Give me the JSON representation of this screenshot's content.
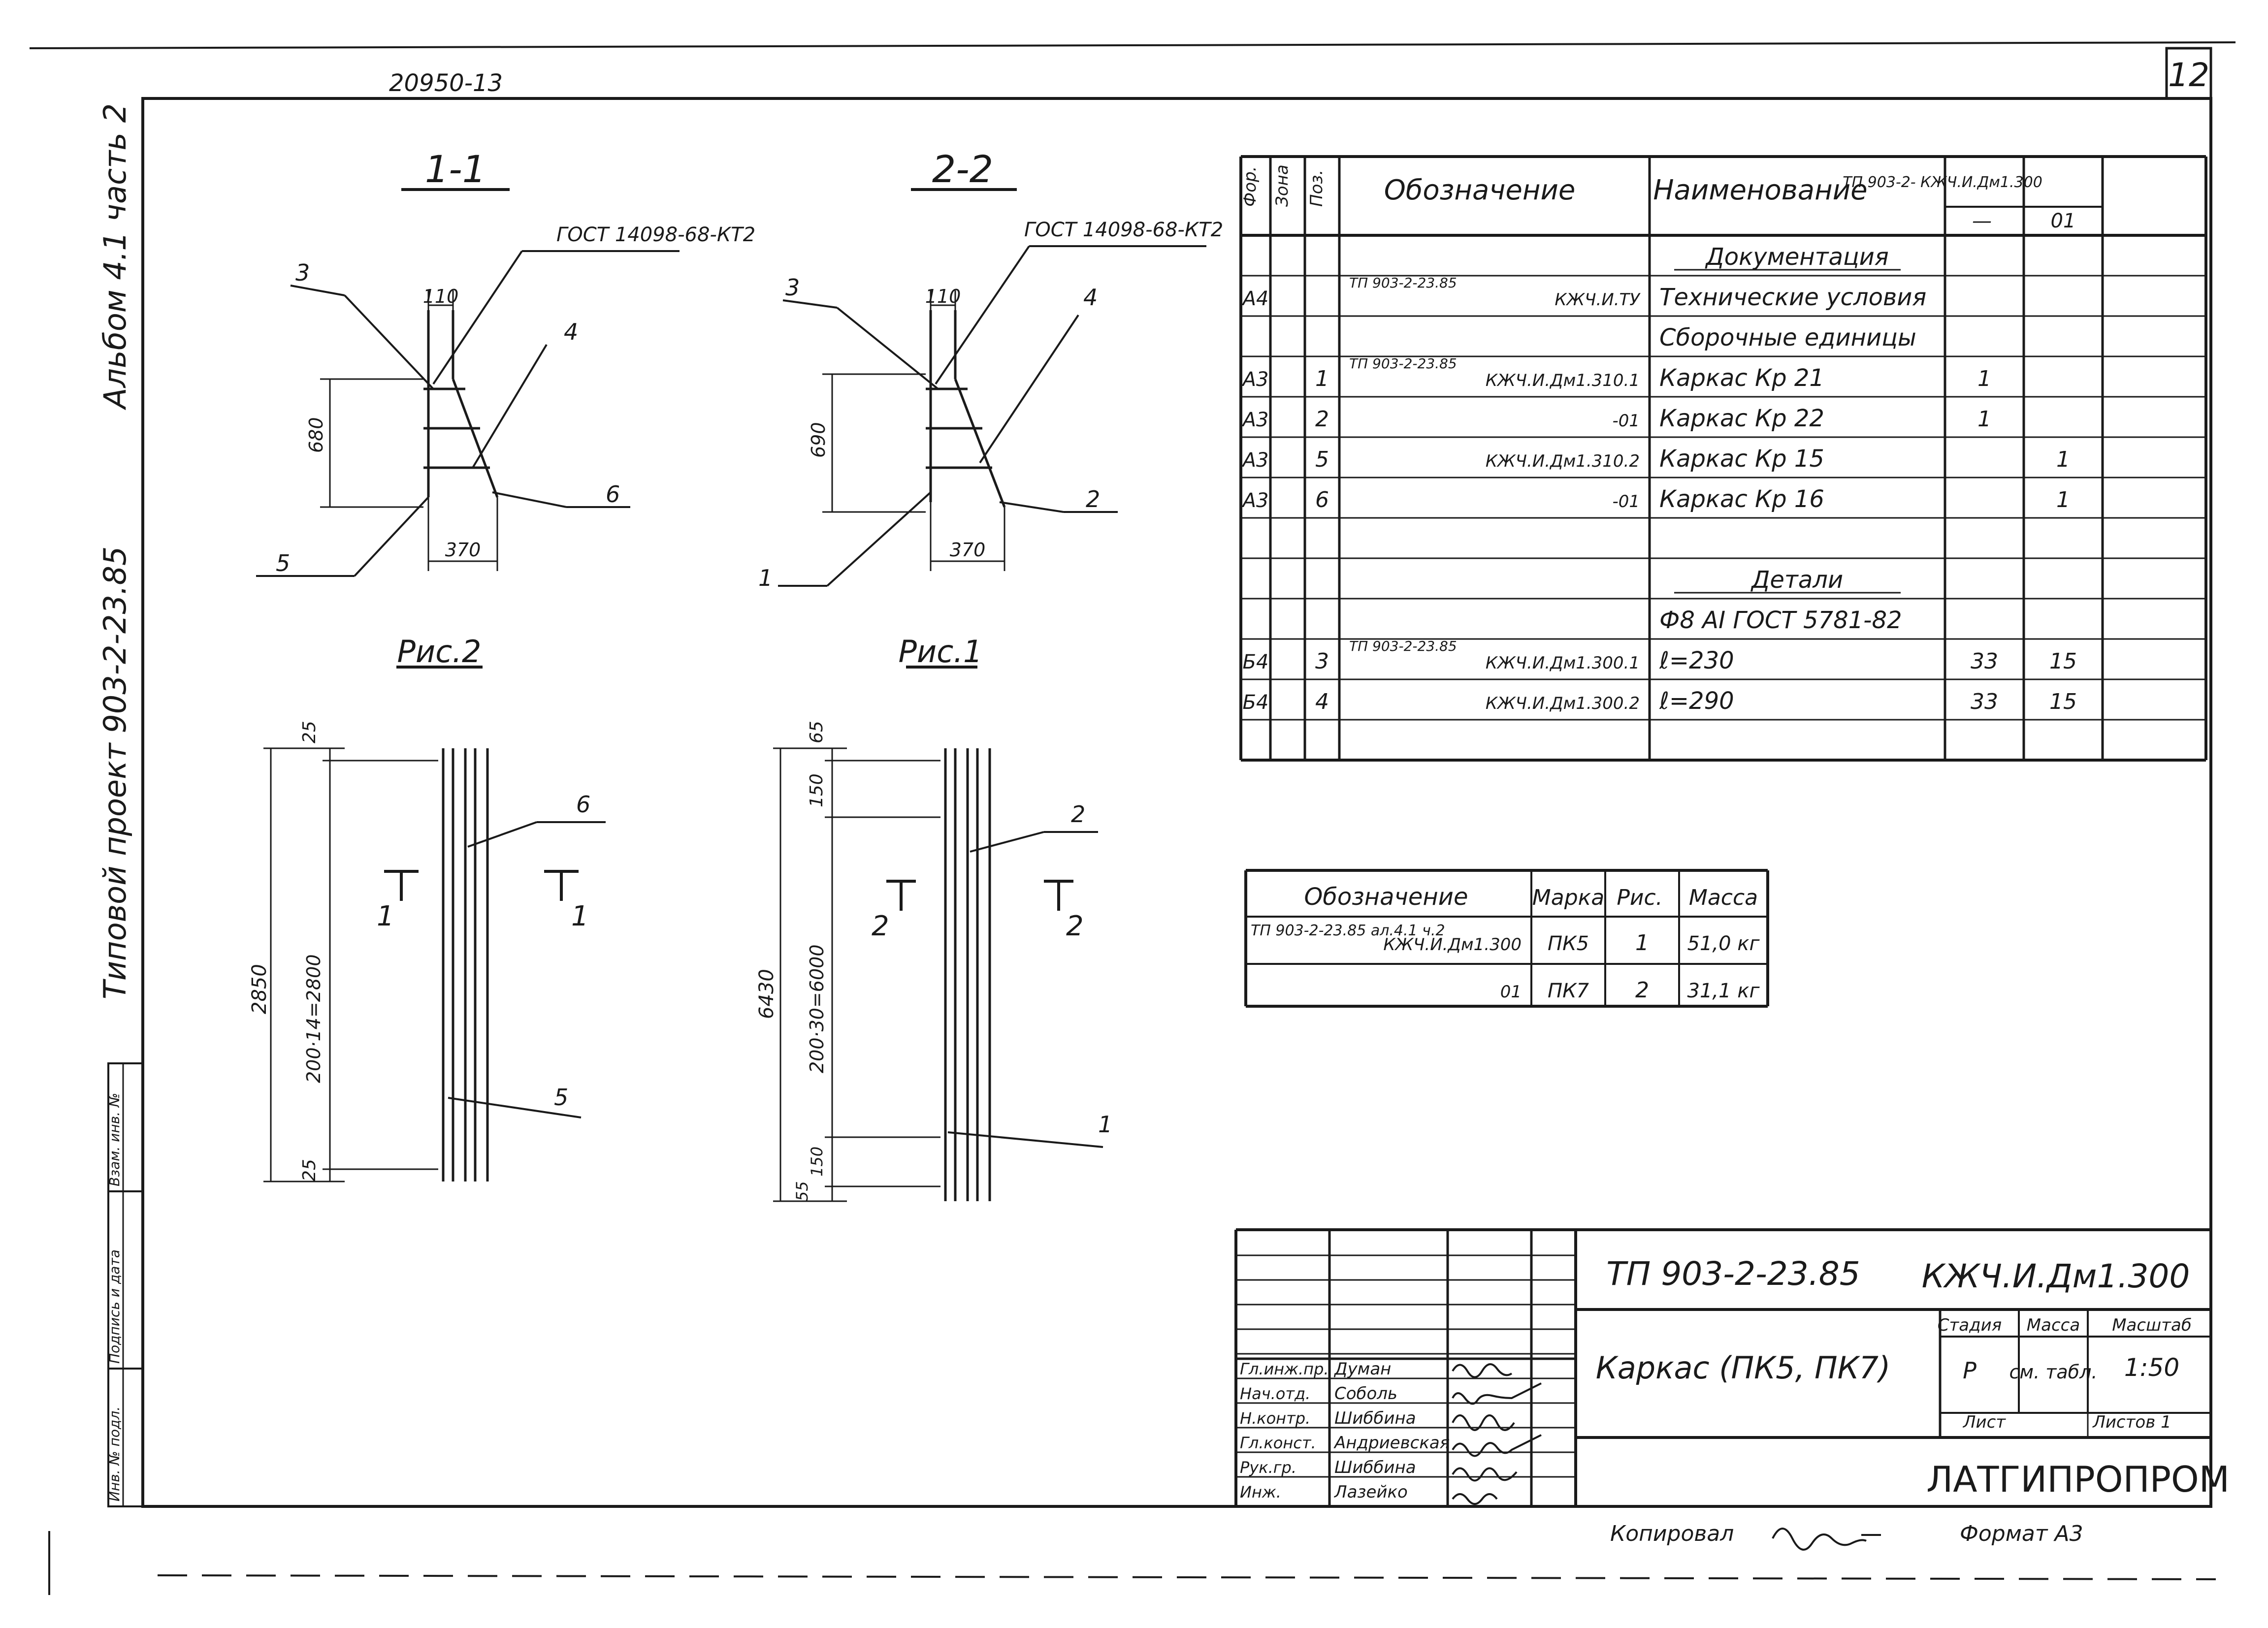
{
  "header": {
    "inventory_no": "20950-13",
    "sheet_no": "12"
  },
  "side_title": {
    "project": "Типовой проект 903-2-23.85",
    "album": "Альбом 4.1 часть 2"
  },
  "side_stamp": {
    "labels": [
      "Взам. инв. №",
      "Подпись и дата",
      "Инв. № подл."
    ]
  },
  "sections": {
    "s11": {
      "title": "1-1",
      "gost": "ГОСТ 14098-68-КТ2",
      "dim_top": "110",
      "dim_left": "680",
      "dim_bottom": "370",
      "pos_left_top": "3",
      "pos_right_top": "4",
      "pos_right_bottom": "6",
      "pos_left_bottom": "5"
    },
    "s22": {
      "title": "2-2",
      "gost": "ГОСТ 14098-68-КТ2",
      "dim_top": "110",
      "dim_left": "690",
      "dim_bottom": "370",
      "pos_left_top": "3",
      "pos_right_top": "4",
      "pos_right_bottom": "2",
      "pos_left_bottom": "1"
    }
  },
  "figures": {
    "fig2": {
      "title": "Рис.2",
      "dim_total": "2850",
      "dim_top": "25",
      "dim_mid": "200·14=2800",
      "dim_bottom": "25",
      "pos_top": "6",
      "pos_bottom": "5",
      "section_left": "1",
      "section_right": "1"
    },
    "fig1": {
      "title": "Рис.1",
      "dim_total": "6430",
      "dim_top": "65",
      "dim_second": "150",
      "dim_mid": "200·30=6000",
      "dim_low": "150",
      "dim_bottom": "55",
      "pos_top": "2",
      "pos_bottom": "1",
      "section_left": "2",
      "section_right": "2"
    }
  },
  "spec_table": {
    "headers": {
      "format": "Фор.",
      "zone": "Зона",
      "pos": "Поз.",
      "designation": "Обозначение",
      "name": "Наименование",
      "doc": "ТП 903-2- КЖЧ.И.Дм1.300",
      "col_dash": "—",
      "col_01": "01"
    },
    "rows": [
      {
        "format": "",
        "pos": "",
        "desig_top": "",
        "desig": "",
        "name": "Документация",
        "q0": "",
        "q1": ""
      },
      {
        "format": "А4",
        "pos": "",
        "desig_top": "ТП 903-2-23.85",
        "desig": "КЖЧ.И.ТУ",
        "name": "Технические условия",
        "q0": "",
        "q1": ""
      },
      {
        "format": "",
        "pos": "",
        "desig_top": "",
        "desig": "",
        "name": "Сборочные единицы",
        "q0": "",
        "q1": ""
      },
      {
        "format": "А3",
        "pos": "1",
        "desig_top": "ТП 903-2-23.85",
        "desig": "КЖЧ.И.Дм1.310.1",
        "name": "Каркас   Кр 21",
        "q0": "1",
        "q1": ""
      },
      {
        "format": "А3",
        "pos": "2",
        "desig_top": "",
        "desig": "-01",
        "name": "Каркас   Кр 22",
        "q0": "1",
        "q1": ""
      },
      {
        "format": "А3",
        "pos": "5",
        "desig_top": "",
        "desig": "КЖЧ.И.Дм1.310.2",
        "name": "Каркас   Кр 15",
        "q0": "",
        "q1": "1"
      },
      {
        "format": "А3",
        "pos": "6",
        "desig_top": "",
        "desig": "-01",
        "name": "Каркас   Кр 16",
        "q0": "",
        "q1": "1"
      },
      {
        "format": "",
        "pos": "",
        "desig_top": "",
        "desig": "",
        "name": "",
        "q0": "",
        "q1": ""
      },
      {
        "format": "",
        "pos": "",
        "desig_top": "",
        "desig": "",
        "name": "Детали",
        "q0": "",
        "q1": ""
      },
      {
        "format": "",
        "pos": "",
        "desig_top": "",
        "desig": "",
        "name": "Ф8 АI  ГОСТ 5781-82",
        "q0": "",
        "q1": ""
      },
      {
        "format": "Б4",
        "pos": "3",
        "desig_top": "ТП 903-2-23.85",
        "desig": "КЖЧ.И.Дм1.300.1",
        "name": "ℓ=230",
        "q0": "33",
        "q1": "15"
      },
      {
        "format": "Б4",
        "pos": "4",
        "desig_top": "",
        "desig": "КЖЧ.И.Дм1.300.2",
        "name": "ℓ=290",
        "q0": "33",
        "q1": "15"
      },
      {
        "format": "",
        "pos": "",
        "desig_top": "",
        "desig": "",
        "name": "",
        "q0": "",
        "q1": ""
      }
    ]
  },
  "mass_table": {
    "headers": {
      "designation": "Обозначение",
      "mark": "Марка",
      "fig": "Рис.",
      "mass": "Масса"
    },
    "rows": [
      {
        "desig_top": "ТП 903-2-23.85   ал.4.1 ч.2",
        "desig": "КЖЧ.И.Дм1.300",
        "mark": "ПК5",
        "fig": "1",
        "mass": "51,0 кг"
      },
      {
        "desig_top": "",
        "desig": "01",
        "mark": "ПК7",
        "fig": "2",
        "mass": "31,1 кг"
      }
    ]
  },
  "title_block": {
    "project_code": "ТП 903-2-23.85",
    "doc_code": "КЖЧ.И.Дм1.300",
    "name": "Каркас (ПК5, ПК7)",
    "stage_label": "Стадия",
    "mass_label": "Масса",
    "scale_label": "Масштаб",
    "stage": "Р",
    "mass": "см. табл.",
    "scale": "1:50",
    "sheet_label": "Лист",
    "sheets_label": "Листов 1",
    "org": "ЛАТГИПРОПРОМ",
    "staff": [
      {
        "role": "Гл.инж.пр.",
        "name": "Думан"
      },
      {
        "role": "Нач.отд.",
        "name": "Соболь"
      },
      {
        "role": "Н.контр.",
        "name": "Шиббина"
      },
      {
        "role": "Гл.конст.",
        "name": "Андриевская"
      },
      {
        "role": "Рук.гр.",
        "name": "Шиббина"
      },
      {
        "role": "Инж.",
        "name": "Лазейко"
      }
    ]
  },
  "footer": {
    "copied": "Копировал",
    "format": "Формат А3"
  }
}
